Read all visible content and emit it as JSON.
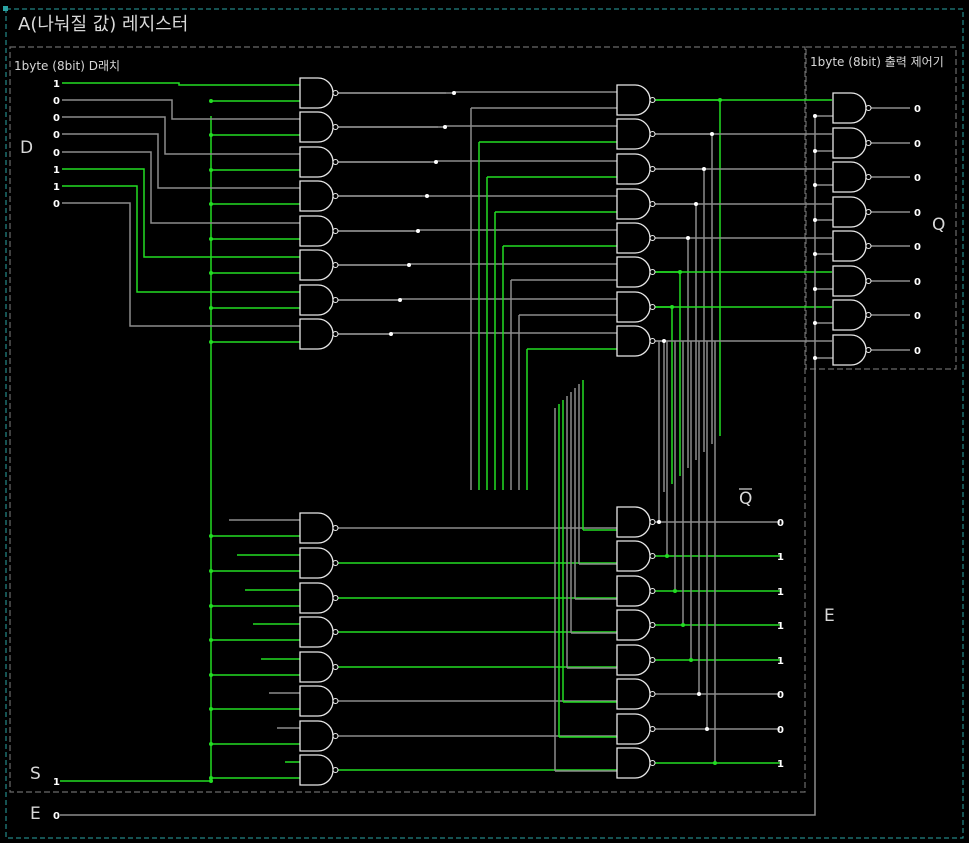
{
  "title": "A(나눠질 값) 레지스터",
  "latch_label": "1byte (8bit) D래치",
  "output_label": "1byte (8bit) 출력 제어기",
  "port_labels": {
    "D": "D",
    "Q": "Q",
    "Qbar": "Q",
    "S": "S",
    "E_right": "E",
    "E_bottom": "E"
  },
  "inputs": {
    "D": [
      "1",
      "0",
      "0",
      "0",
      "0",
      "1",
      "1",
      "0"
    ],
    "S": "1",
    "E": "0"
  },
  "outputs": {
    "Q": [
      "0",
      "0",
      "0",
      "0",
      "0",
      "0",
      "0",
      "0"
    ],
    "Qbar": [
      "0",
      "1",
      "1",
      "1",
      "1",
      "0",
      "0",
      "1"
    ]
  },
  "colors": {
    "on": "#22dd22",
    "off": "#8c8c8c",
    "frame": "#2aa3a3",
    "box": "#6a6a6a",
    "gate": "#e8e8e8"
  }
}
